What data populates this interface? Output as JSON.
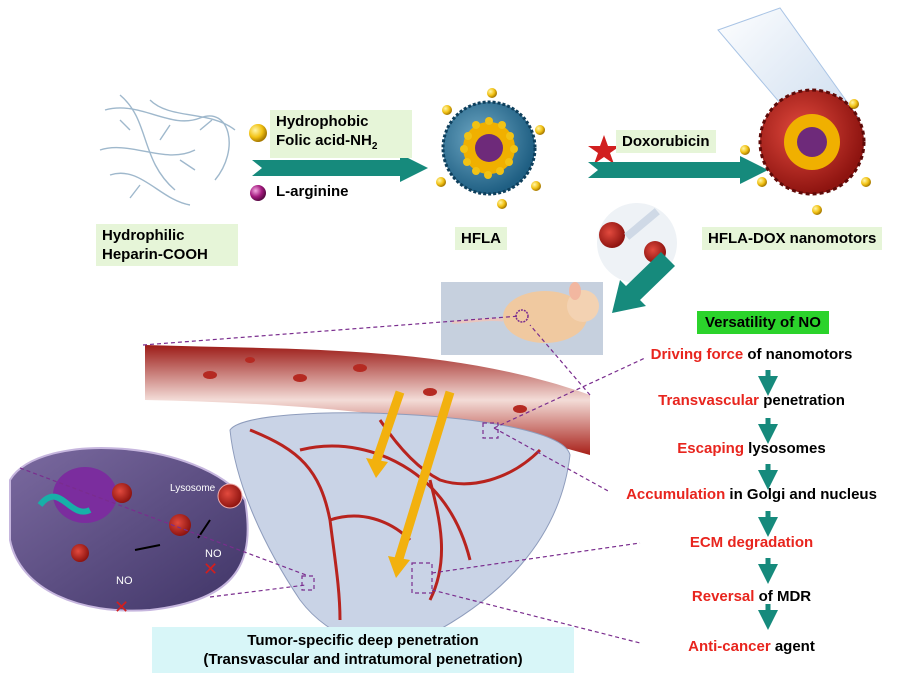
{
  "top": {
    "heparin_label": [
      "Hydrophilic",
      "Heparin-COOH"
    ],
    "reagent_1": "Hydrophobic",
    "reagent_2": "Folic acid-NH",
    "reagent_2_sub": "2",
    "reagent_3": "L-arginine",
    "hfla_label": "HFLA",
    "drug_label": "Doxorubicin",
    "product_label": "HFLA-DOX nanomotors"
  },
  "cell": {
    "lysosome_label": "Lysosome",
    "no_label_1": "NO",
    "no_label_2": "NO"
  },
  "versatility": {
    "title": "Versatility of NO",
    "steps": [
      {
        "red": "Driving force",
        "black": " of nanomotors"
      },
      {
        "red": "Transvascular",
        "black": " penetration"
      },
      {
        "red": "Escaping",
        "black": " lysosomes"
      },
      {
        "red": "Accumulation",
        "black": " in Golgi and nucleus"
      },
      {
        "red": "ECM degradation",
        "black": ""
      },
      {
        "red": "Reversal",
        "black": " of MDR"
      },
      {
        "red": "Anti-cancer",
        "black": " agent"
      }
    ]
  },
  "caption": {
    "line1": "Tumor-specific deep penetration",
    "line2": "(Transvascular and intratumoral penetration)"
  },
  "colors": {
    "arrow_teal": "#168a7c",
    "step_red": "#e8251e",
    "label_green": "#e6f5d8",
    "highlight_green": "#2bd32b",
    "caption_cyan": "#d8f6f8",
    "vessel_red": "#b8231e",
    "tumor_blue": "#c9d3e6",
    "gold": "#f2c214"
  }
}
